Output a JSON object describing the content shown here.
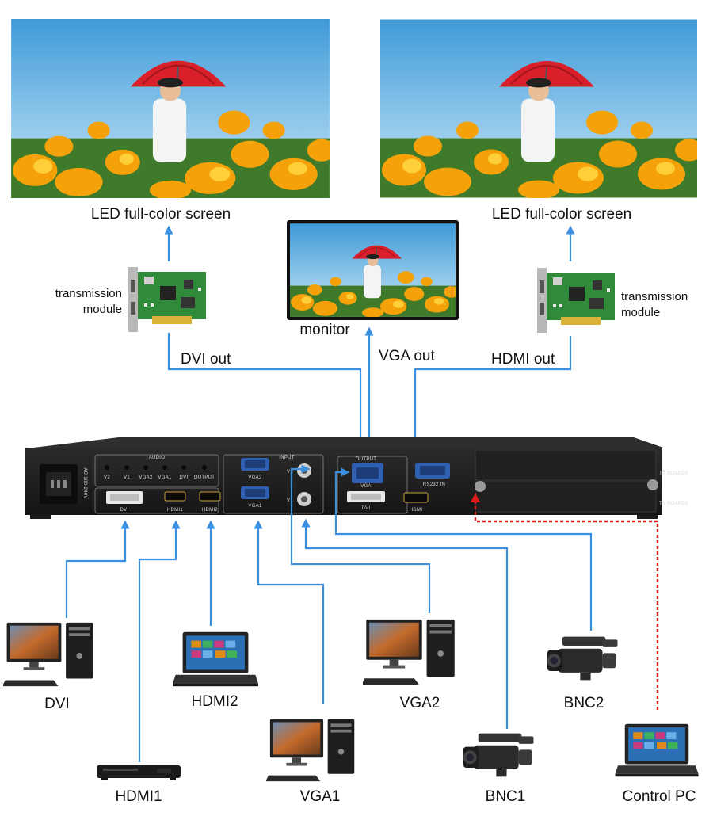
{
  "colors": {
    "signal_line": "#3b8fe0",
    "control_line": "#e01b1b",
    "device_body": "#1c1c1c",
    "port_blue": "#2f5fb0",
    "pcb_green": "#2f8a3a"
  },
  "screens": {
    "left_label": "LED full-color screen",
    "right_label": "LED full-color screen",
    "monitor_label": "monitor"
  },
  "modules": {
    "left_label_line1": "transmission",
    "left_label_line2": "module",
    "right_label_line1": "transmission",
    "right_label_line2": "module"
  },
  "outputs": {
    "dvi": "DVI out",
    "vga": "VGA out",
    "hdmi": "HDMI out"
  },
  "panel": {
    "audio": "AUDIO",
    "input": "INPUT",
    "output": "OUTPUT",
    "audio_ports": [
      "V2",
      "V1",
      "VGA2",
      "VGA1",
      "DVI",
      "OUTPUT"
    ],
    "power": "AC 100-240V",
    "vga2": "VGA2",
    "vga1": "VGA1",
    "dvi": "DVI",
    "hdmi1": "HDMI1",
    "hdmi2": "HDMI2",
    "out_vga": "VGA",
    "out_dvi": "DVI",
    "out_hdmi": "HDMI",
    "rs232": "RS232  IN",
    "v2": "V2",
    "v1": "V1",
    "tx_board2": "TX BOARD2",
    "tx_board1": "TX BOARD1"
  },
  "sources": {
    "dvi": "DVI",
    "hdmi1": "HDMI1",
    "hdmi2": "HDMI2",
    "vga1": "VGA1",
    "vga2": "VGA2",
    "bnc1": "BNC1",
    "bnc2": "BNC2",
    "control_pc": "Control PC"
  },
  "icons": [
    "landscape-photo",
    "pcb-card-icon",
    "desktop-pc-icon",
    "laptop-icon",
    "dvd-player-icon",
    "camcorder-icon",
    "video-processor-device"
  ]
}
